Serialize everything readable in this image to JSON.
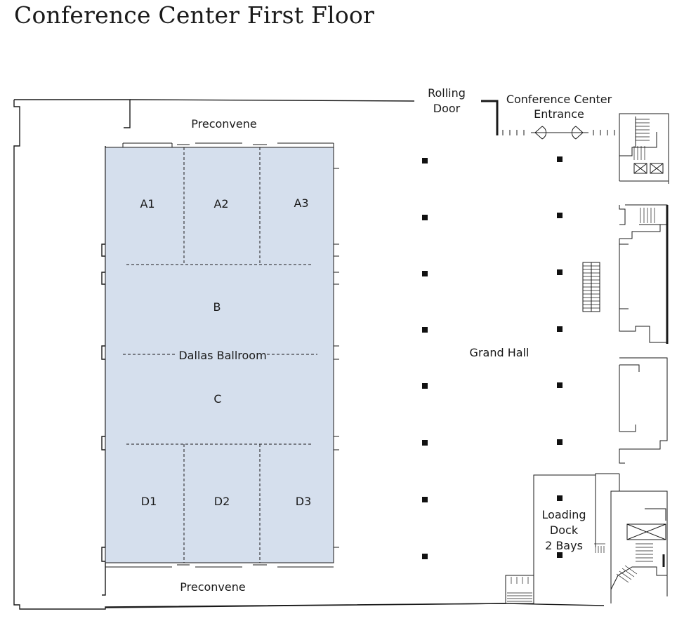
{
  "title": "Conference Center First Floor",
  "rooms": {
    "a1": "A1",
    "a2": "A2",
    "a3": "A3",
    "b": "B",
    "ballroom": "Dallas Ballroom",
    "c": "C",
    "d1": "D1",
    "d2": "D2",
    "d3": "D3"
  },
  "areas": {
    "preconvene_top": "Preconvene",
    "preconvene_bottom": "Preconvene",
    "grand_hall": "Grand Hall",
    "rolling_door_line1": "Rolling",
    "rolling_door_line2": "Door",
    "entrance_line1": "Conference Center",
    "entrance_line2": "Entrance",
    "loading_line1": "Loading",
    "loading_line2": "Dock",
    "loading_line3": "2 Bays"
  },
  "colors": {
    "ballroom_fill": "#d5dfed",
    "walls": "#1a1a1a"
  }
}
